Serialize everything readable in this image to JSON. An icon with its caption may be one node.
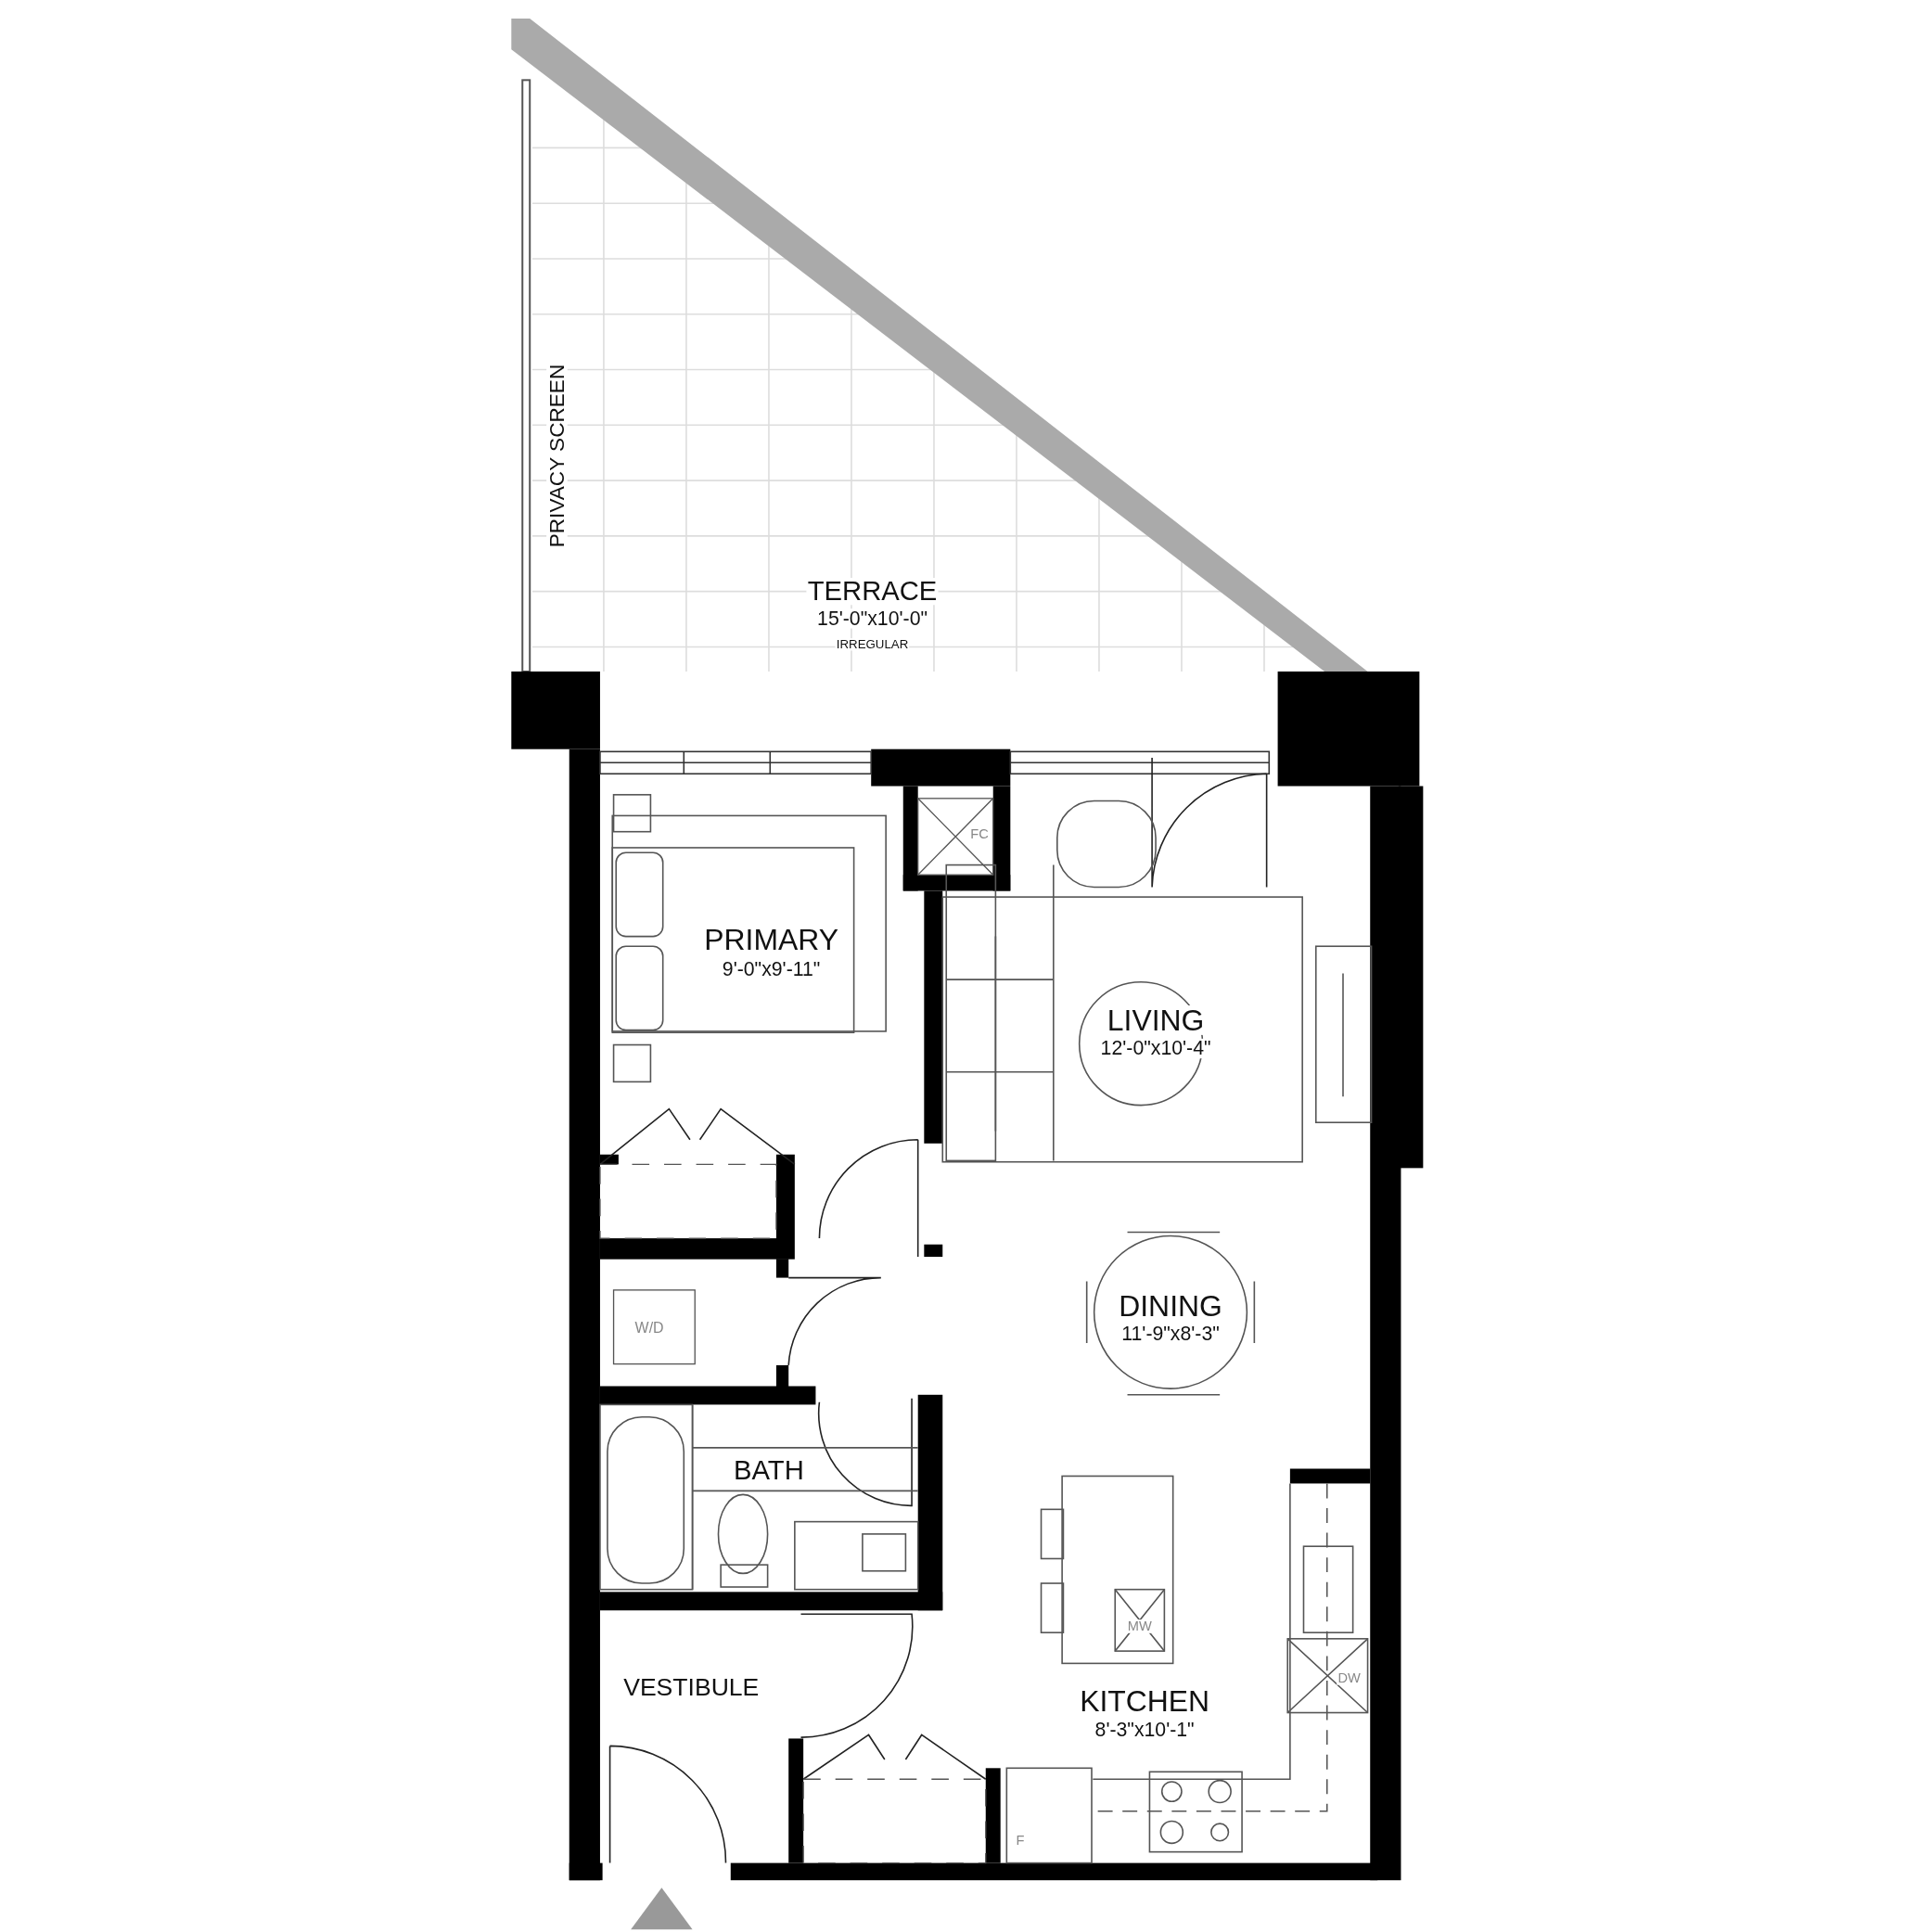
{
  "diagram": {
    "labels": [
      "PRIVACY SCREEN",
      "TERRACE",
      "15'-0\"x10'-0\"",
      "IRREGULAR",
      "FC",
      "PRIMARY",
      "9'-0\"x9'-11\"",
      "LIVING",
      "12'-0\"x10'-4\"",
      "W/D",
      "DINING",
      "11'-9\"x8'-3\"",
      "BATH",
      "MW",
      "DW",
      "VESTIBULE",
      "KITCHEN",
      "8'-3\"x10'-1\"",
      "F"
    ]
  }
}
